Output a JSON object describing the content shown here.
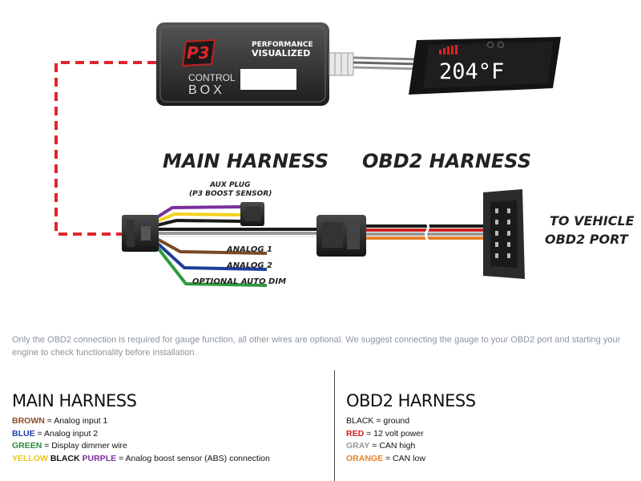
{
  "diagram": {
    "control_box": {
      "logo": "P3",
      "tagline_1": "PERFORMANCE",
      "tagline_2": "VISUALIZED",
      "label_1": "CONTROL",
      "label_2": "BOX"
    },
    "gauge_readout": "204°F",
    "main_harness_title": "MAIN HARNESS",
    "obd2_harness_title": "OBD2 HARNESS",
    "aux_plug_1": "AUX PLUG",
    "aux_plug_2": "(P3 BOOST SENSOR)",
    "analog_1": "ANALOG 1",
    "analog_2": "ANALOG 2",
    "optional_auto_dim": "OPTIONAL AUTO DIM",
    "vehicle_port_1": "TO VEHICLE",
    "vehicle_port_2": "OBD2 PORT",
    "colors": {
      "dash": "#e0262d",
      "purple": "#7a2f9c",
      "yellow": "#f3d11d",
      "brown": "#7a4a25",
      "blue": "#1f3c9a",
      "green": "#2f9a3e",
      "orange": "#e8802b",
      "red": "#cc2222",
      "gray": "#9a9a9a"
    }
  },
  "note": "Only the OBD2 connection is required for gauge function, all other wires are optional. We suggest connecting the gauge to your OBD2 port and starting your engine to check functionality before installation.",
  "legend_main": {
    "title": "MAIN HARNESS",
    "rows": [
      {
        "parts": [
          {
            "text": "BROWN",
            "color": "#8b4a24"
          },
          {
            "text": " = Analog input 1"
          }
        ]
      },
      {
        "parts": [
          {
            "text": "BLUE",
            "color": "#1d3ea8"
          },
          {
            "text": " = Analog input 2"
          }
        ]
      },
      {
        "parts": [
          {
            "text": "GREEN",
            "color": "#2e8b3a"
          },
          {
            "text": " = Display dimmer wire"
          }
        ]
      },
      {
        "parts": [
          {
            "text": "YELLOW",
            "color": "#e6c619"
          },
          {
            "text": " "
          },
          {
            "text": "BLACK",
            "color": "#111111"
          },
          {
            "text": " "
          },
          {
            "text": "PURPLE",
            "color": "#7a2f9c"
          },
          {
            "text": " = Analog boost sensor (ABS) connection"
          }
        ]
      }
    ]
  },
  "legend_obd": {
    "title": "OBD2 HARNESS",
    "rows": [
      {
        "parts": [
          {
            "text": "BLACK = ground"
          }
        ]
      },
      {
        "parts": [
          {
            "text": "RED",
            "color": "#d42020"
          },
          {
            "text": " = 12 volt power"
          }
        ]
      },
      {
        "parts": [
          {
            "text": "GRAY",
            "color": "#9a9a9a"
          },
          {
            "text": " = CAN high"
          }
        ]
      },
      {
        "parts": [
          {
            "text": "ORANGE",
            "color": "#e8802b"
          },
          {
            "text": " = CAN low"
          }
        ]
      }
    ]
  }
}
